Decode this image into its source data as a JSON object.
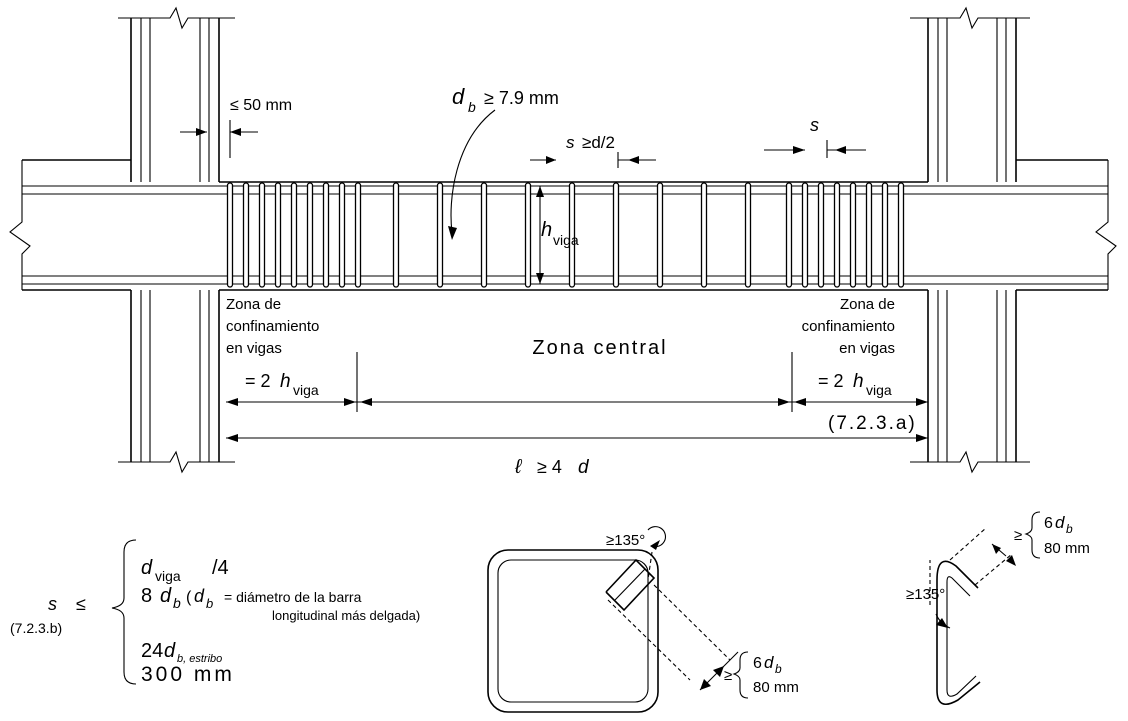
{
  "labels": {
    "max_cover": "≤ 50 mm",
    "db_sym": "d",
    "db_sub": "b",
    "db_rel": "≥ 7.9 mm",
    "s_center": "s",
    "s_center_rel": "≥d/2",
    "s_right": "s",
    "h_sym": "h",
    "h_sub": "viga",
    "zone_left": [
      "Zona de",
      "confinamiento",
      "en vigas"
    ],
    "zone_right": [
      "Zona de",
      "confinamiento",
      "en vigas"
    ],
    "zone_center": "Zona central",
    "len_left_pre": "= 2",
    "len_right_pre": "= 2",
    "ref_a": "(7.2.3.a)",
    "ell": "ℓ",
    "ell_rel": "≥ 4",
    "ell_d": "d"
  },
  "formula": {
    "s_sym": "s",
    "leq": "≤",
    "ref_b": "(7.2.3.b)",
    "line1_sym": "d",
    "line1_sub": "viga",
    "line1_tail": "/4",
    "line2_pre": "8",
    "line2_note_open": "(",
    "line2_note": "= diámetro de la barra",
    "line2_note2": "longitudinal más delgada)",
    "line3_pre": "24",
    "line3_sub": "b, estribo",
    "line4": "300 mm"
  },
  "hooks": {
    "angle_label": "≥135°",
    "len_label": "≥",
    "len_val1_pre": "6",
    "len_val2": "80 mm"
  }
}
